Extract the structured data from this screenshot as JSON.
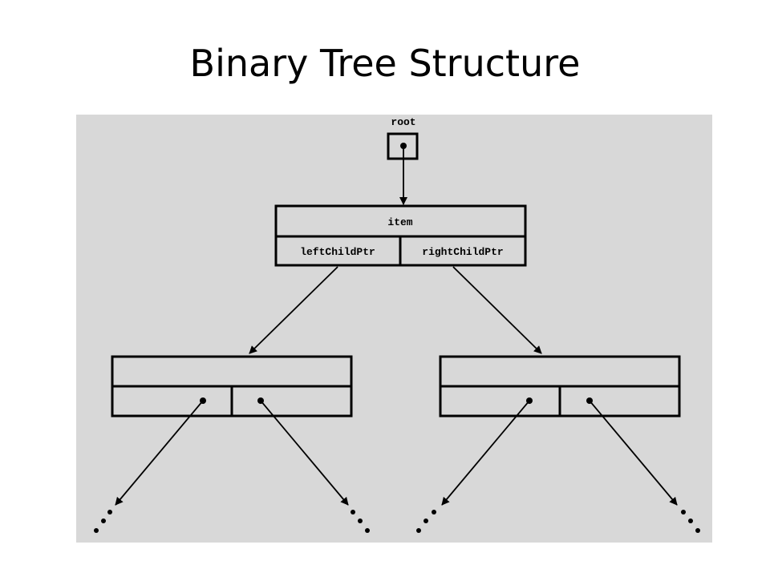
{
  "title": "Binary Tree Structure",
  "diagram": {
    "root_label": "root",
    "root_node": {
      "item_label": "item",
      "left_label": "leftChildPtr",
      "right_label": "rightChildPtr"
    },
    "continuation": "..."
  },
  "colors": {
    "panel_background": "#d8d8d8",
    "ink": "#000000"
  }
}
